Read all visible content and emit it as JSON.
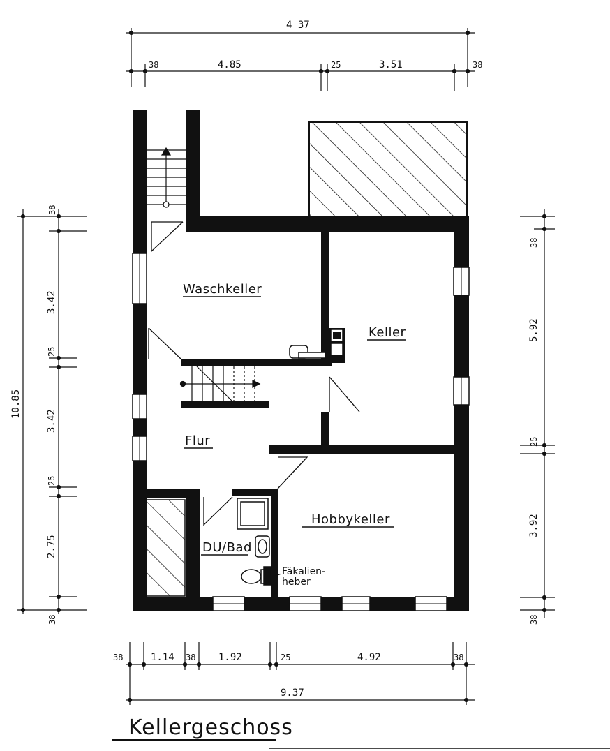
{
  "title": "Kellergeschoss",
  "rooms": {
    "waschkeller": "Waschkeller",
    "keller": "Keller",
    "flur": "Flur",
    "du_bad": "DU/Bad",
    "hobbykeller": "Hobbykeller"
  },
  "notes": {
    "faekalienheber_line1": "Fäkalien-",
    "faekalienheber_line2": "heber"
  },
  "top_dims": {
    "overall": "4 37",
    "seg1": "38",
    "seg2": "4.85",
    "seg3": "25",
    "seg4": "3.51",
    "seg5": "38"
  },
  "bottom_dims": {
    "seg1": "38",
    "seg2": "1.14",
    "seg3": "38",
    "seg4": "1.92",
    "seg5": "25",
    "seg6": "4.92",
    "seg7": "38",
    "overall": "9.37"
  },
  "left_dims": {
    "overall": "10.85",
    "seg1": "38",
    "seg2": "3.42",
    "seg3": "25",
    "seg4": "3.42",
    "seg5": "25",
    "seg6": "2.75",
    "seg7": "38"
  },
  "right_dims": {
    "seg1": "38",
    "seg2": "5.92",
    "seg3": "25",
    "seg4": "3.92",
    "seg5": "38"
  }
}
